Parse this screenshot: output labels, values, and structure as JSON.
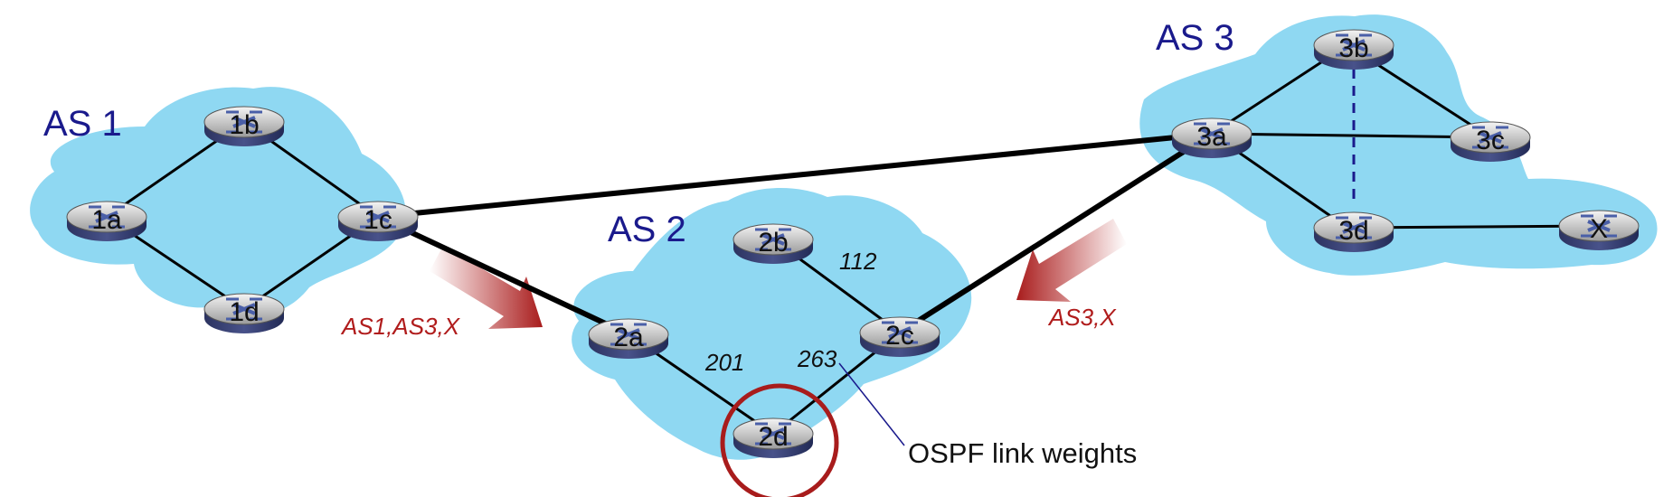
{
  "as_labels": {
    "as1": "AS 1",
    "as2": "AS 2",
    "as3": "AS 3"
  },
  "routers": {
    "r1a": "1a",
    "r1b": "1b",
    "r1c": "1c",
    "r1d": "1d",
    "r2a": "2a",
    "r2b": "2b",
    "r2c": "2c",
    "r2d": "2d",
    "r3a": "3a",
    "r3b": "3b",
    "r3c": "3c",
    "r3d": "3d",
    "rx": "X"
  },
  "link_weights": {
    "w_2b_2c": "112",
    "w_2a_2d": "201",
    "w_2c_2d": "263"
  },
  "advertisements": {
    "from_as1": "AS1,AS3,X",
    "from_as3": "AS3,X"
  },
  "annotation": "OSPF link weights",
  "colors": {
    "as_cloud": "#8fd8f2",
    "as_label": "#1a1a8c",
    "advert": "#b01c1c",
    "highlight_circle": "#a81c1c"
  }
}
